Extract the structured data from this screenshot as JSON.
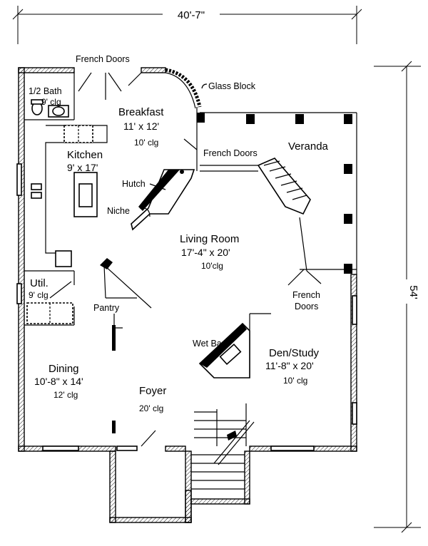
{
  "dimensions": {
    "width": "40'-7\"",
    "depth": "54'"
  },
  "rooms": {
    "half_bath": {
      "name": "1/2 Bath",
      "ceiling": "9' clg"
    },
    "breakfast": {
      "name": "Breakfast",
      "size": "11' x 12'",
      "ceiling": "10' clg"
    },
    "kitchen": {
      "name": "Kitchen",
      "size": "9' x 17'"
    },
    "veranda": {
      "name": "Veranda"
    },
    "living": {
      "name": "Living Room",
      "size": "17'-4\" x 20'",
      "ceiling": "10'clg"
    },
    "util": {
      "name": "Util.",
      "ceiling": "9' clg"
    },
    "pantry": {
      "name": "Pantry"
    },
    "dining": {
      "name": "Dining",
      "size": "10'-8\" x 14'",
      "ceiling": "12' clg"
    },
    "foyer": {
      "name": "Foyer",
      "ceiling": "20' clg"
    },
    "den": {
      "name": "Den/Study",
      "size": "11'-8\" x 20'",
      "ceiling": "10' clg"
    }
  },
  "callouts": {
    "french_doors_top": "French Doors",
    "glass_block": "Glass Block",
    "french_doors_mid": "French Doors",
    "hutch": "Hutch",
    "niche": "Niche",
    "french_doors_den_1": "French",
    "french_doors_den_2": "Doors",
    "wet_bar": "Wet Bar"
  }
}
